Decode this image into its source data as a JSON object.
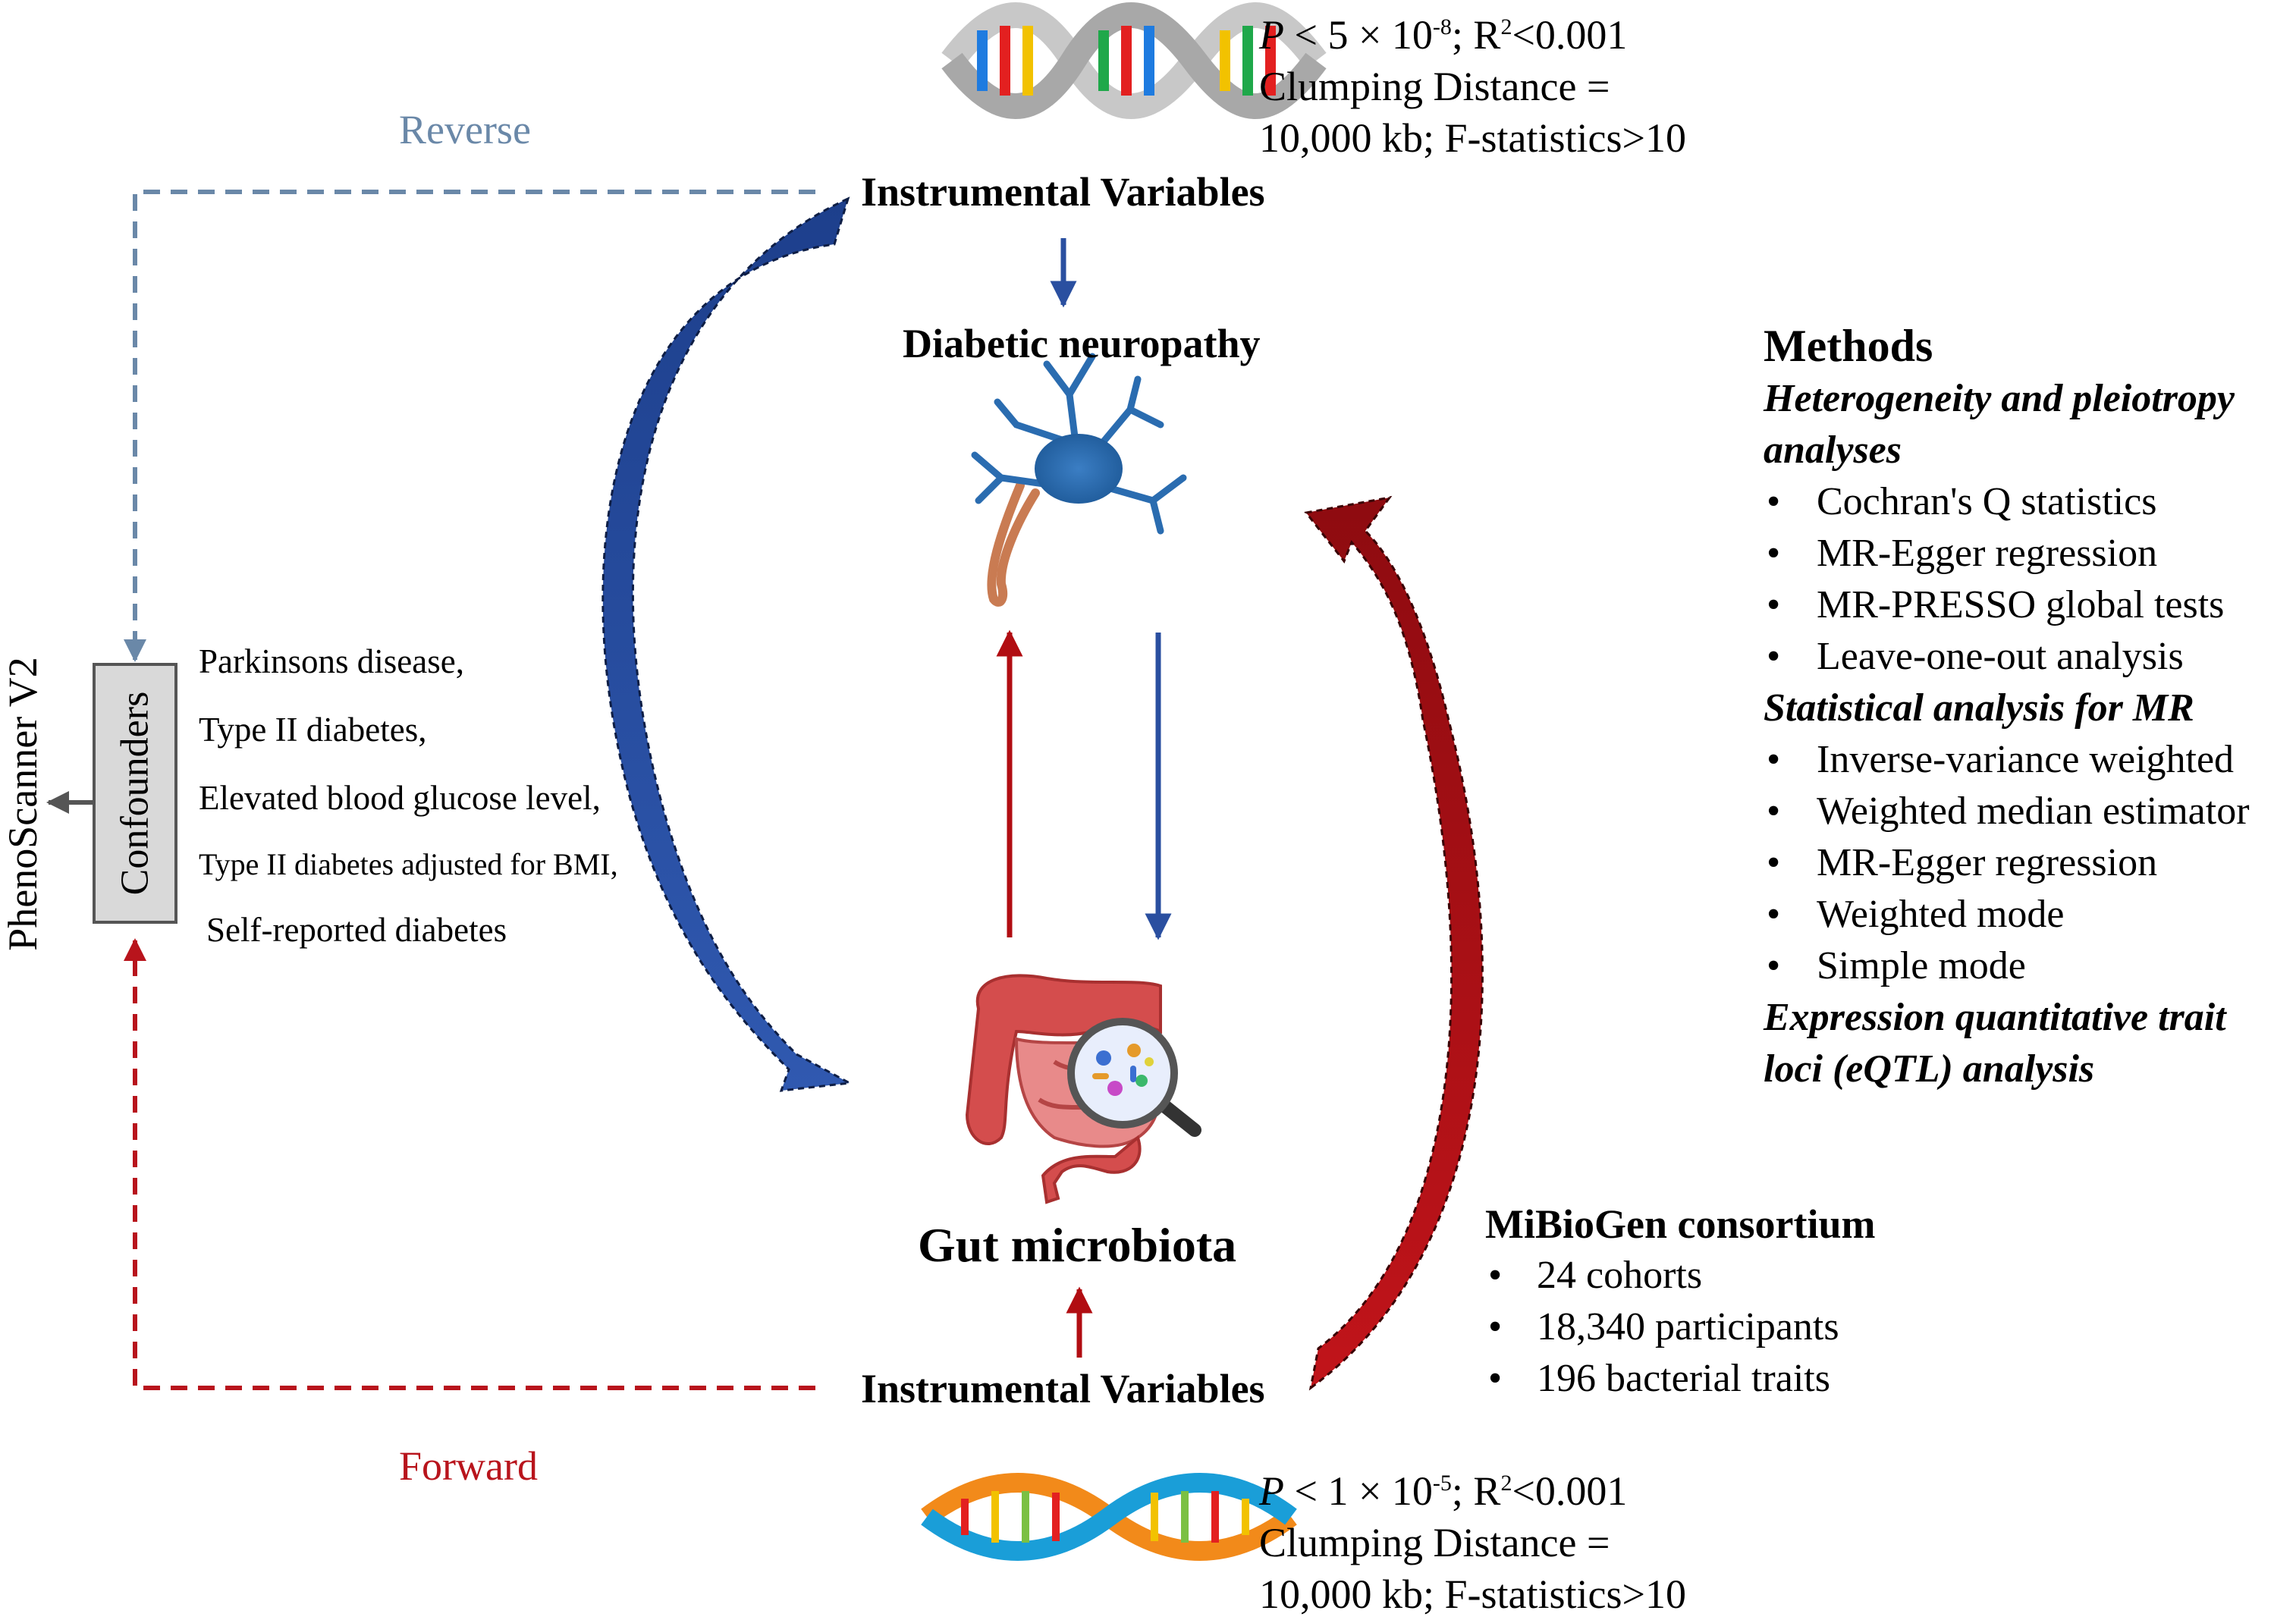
{
  "top_criteria": {
    "line1_p": "P",
    "line1_rest": " < 5 × 10",
    "line1_exp": "-8",
    "line1_r": "; R",
    "line1_r_sup": "2",
    "line1_end": "<0.001",
    "line2": "Clumping Distance =",
    "line3": "10,000 kb; F-statistics>10"
  },
  "bottom_criteria": {
    "line1_p": "P",
    "line1_rest": " < 1 × 10",
    "line1_exp": "-5",
    "line1_r": "; R",
    "line1_r_sup": "2",
    "line1_end": "<0.001",
    "line2": "Clumping Distance =",
    "line3": "10,000 kb; F-statistics>10"
  },
  "labels": {
    "reverse": "Reverse",
    "forward": "Forward",
    "iv_top": "Instrumental Variables",
    "iv_bottom": "Instrumental Variables",
    "diabetic_neuropathy": "Diabetic neuropathy",
    "gut_microbiota": "Gut microbiota",
    "confounders": "Confounders",
    "phenoscanner": "PhenoScanner V2"
  },
  "confounders_list": [
    "Parkinsons disease,",
    "Type II diabetes,",
    "Elevated blood glucose level,",
    "Type II diabetes adjusted for BMI,",
    "Self-reported diabetes"
  ],
  "methods": {
    "title": "Methods",
    "sections": [
      {
        "heading": "Heterogeneity and pleiotropy analyses",
        "items": [
          "Cochran's Q statistics",
          "MR-Egger regression",
          "MR-PRESSO global tests",
          "Leave-one-out analysis"
        ]
      },
      {
        "heading": "Statistical analysis for MR",
        "items": [
          "Inverse-variance weighted",
          "Weighted median estimator",
          "MR-Egger regression",
          "Weighted mode",
          "Simple mode"
        ]
      },
      {
        "heading": "Expression quantitative trait loci (eQTL) analysis",
        "items": []
      }
    ]
  },
  "mibiogen": {
    "title": "MiBioGen consortium",
    "items": [
      "24 cohorts",
      "18,340 participants",
      "196 bacterial traits"
    ]
  },
  "bullet_char": "•",
  "colors": {
    "reverse_blue": "#6a88a8",
    "forward_red": "#b8141c",
    "arrow_blue": "#2a4fa0",
    "arrow_red": "#b10d12",
    "confounder_box": "#d9d9d9"
  },
  "icons": [
    "dna-helix-icon",
    "neuron-icon",
    "intestine-icon",
    "magnifier-icon",
    "dna-double-helix-icon"
  ]
}
